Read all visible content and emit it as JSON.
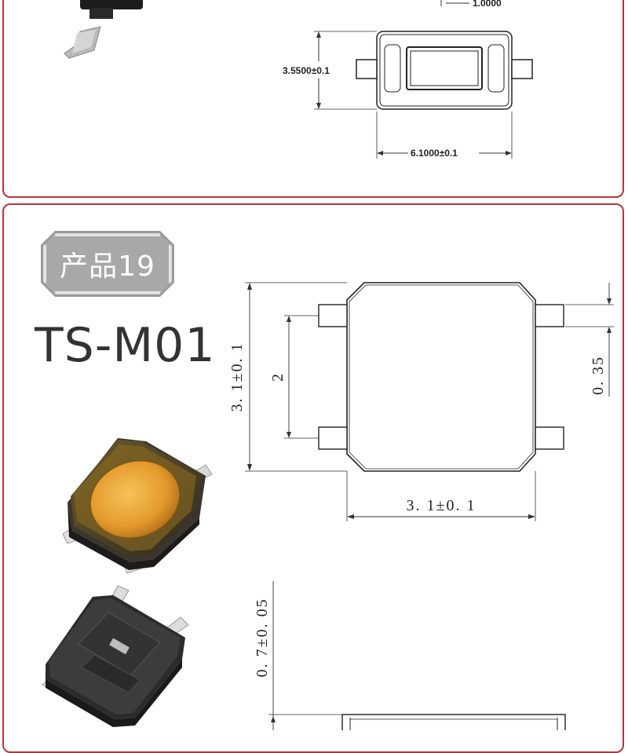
{
  "top_drawing": {
    "dim_length_top": "1.0000",
    "dim_height": "3.5500±0.1",
    "dim_width": "6.1000±0.1"
  },
  "product": {
    "badge_label": "产品19",
    "model": "TS-M01"
  },
  "main_drawing": {
    "dim_height": "3. 1±0. 1",
    "dim_pin_spacing": "2",
    "dim_pin_width": "0. 35",
    "dim_width": "3. 1±0. 1"
  },
  "side_drawing": {
    "dim_thickness": "0. 7±0. 05"
  },
  "colors": {
    "border": "#b8343b",
    "badge": "#a8a8a8",
    "dome": "#e8a33a",
    "model_text": "#333333"
  }
}
